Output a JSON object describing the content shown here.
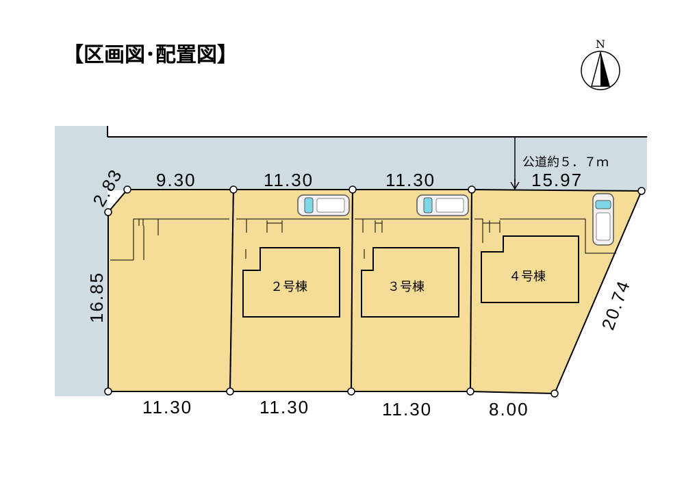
{
  "title": "【区画図･配置図】",
  "compass": {
    "north_label": "N"
  },
  "road": {
    "label": "公道約５．７ｍ"
  },
  "buildings": [
    {
      "label": "２号棟"
    },
    {
      "label": "３号棟"
    },
    {
      "label": "４号棟"
    }
  ],
  "dimensions": {
    "top": [
      "2.83",
      "9.30",
      "11.30",
      "11.30",
      "15.97"
    ],
    "left": "16.85",
    "right": "20.74",
    "bottom": [
      "11.30",
      "11.30",
      "11.30",
      "8.00"
    ]
  },
  "colors": {
    "road": "#cfdde3",
    "lot": "#f5dc97",
    "outline": "#000000",
    "car_window": "#7fd6e6"
  },
  "icons": [
    "compass-icon",
    "car-icon"
  ]
}
